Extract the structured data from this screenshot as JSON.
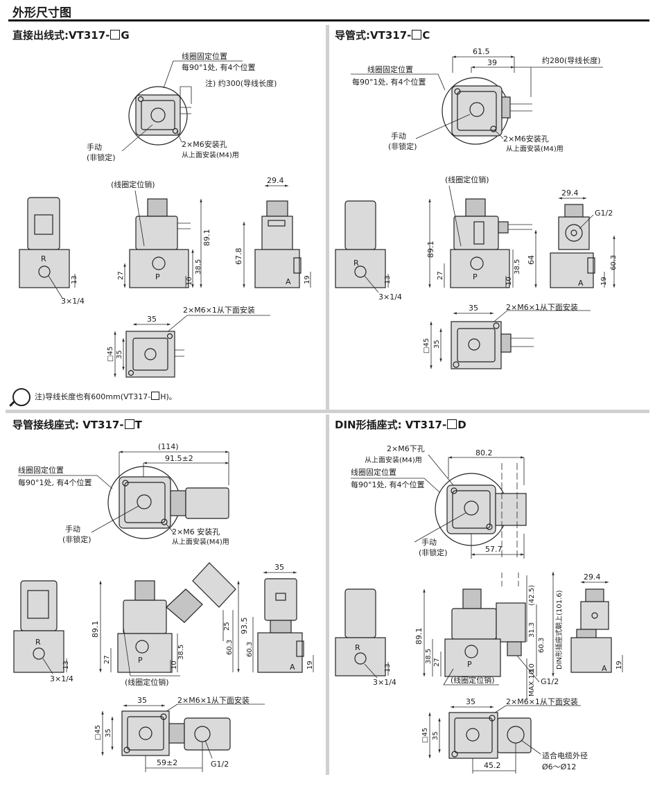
{
  "header": {
    "title": "外形尺寸图"
  },
  "panels": {
    "g": {
      "title_prefix": "直接出线式:VT317-",
      "title_suffix": "G",
      "pos_label": "线圈固定位置",
      "pos_sub": "每90°1处, 有4个位置",
      "lead_note": "注) 约300(导线长度)",
      "manual": "手动",
      "manual_sub": "(非锁定)",
      "mount": "2×M6安装孔",
      "mount_sub": "从上面安装(M4)用",
      "pin": "(线圈定位销)",
      "d_29_4": "29.4",
      "d_89_1": "89.1",
      "d_67_8": "67.8",
      "d_38_5": "38.5",
      "d_27": "27",
      "d_10": "10",
      "d_13": "13",
      "d_19": "19",
      "lbl_r": "R",
      "lbl_p": "P",
      "lbl_a": "A",
      "port": "3×1/4",
      "bottom_mount": "2×M6×1从下面安装",
      "d_35w": "35",
      "d_sq45": "□45",
      "d_35h": "35"
    },
    "c": {
      "title_prefix": "导管式:VT317-",
      "title_suffix": "C",
      "d_61_5": "61.5",
      "d_39": "39",
      "lead": "约280(导线长度)",
      "pos_label": "线圈固定位置",
      "pos_sub": "每90°1处, 有4个位置",
      "manual": "手动",
      "manual_sub": "(非锁定)",
      "mount": "2×M6安装孔",
      "mount_sub": "从上面安装(M4)用",
      "pin": "(线圈定位销)",
      "d_29_4": "29.4",
      "g_port": "G1/2",
      "d_89_1": "89.1",
      "d_64": "64",
      "d_60_3": "60.3",
      "d_38_5": "38.5",
      "d_27": "27",
      "d_10": "10",
      "d_13": "13",
      "d_19": "19",
      "lbl_r": "R",
      "lbl_p": "P",
      "lbl_a": "A",
      "port": "3×1/4",
      "bottom_mount": "2×M6×1从下面安装",
      "d_35w": "35",
      "d_sq45": "□45",
      "d_35h": "35"
    },
    "t": {
      "title_prefix": "导管接线座式: VT317-",
      "title_suffix": "T",
      "d_114": "(114)",
      "d_91_5": "91.5±2",
      "pos_label": "线圈固定位置",
      "pos_sub": "每90°1处, 有4个位置",
      "manual": "手动",
      "manual_sub": "(非锁定)",
      "mount": "2×M6 安装孔",
      "mount_sub": "从上面安装(M4)用",
      "d_35": "35",
      "d_89_1": "89.1",
      "d_25": "25",
      "d_93_5": "93.5",
      "d_60_3a": "60.3",
      "d_60_3b": "60.3",
      "d_38_5": "38.5",
      "d_27": "27",
      "d_10": "10",
      "d_13": "13",
      "d_19": "19",
      "lbl_r": "R",
      "lbl_p": "P",
      "lbl_a": "A",
      "port": "3×1/4",
      "pin": "(线圈定位销)",
      "bottom_mount": "2×M6×1从下面安装",
      "d_35w": "35",
      "d_sq45": "□45",
      "d_35h": "35",
      "d_59": "59±2",
      "g_port": "G1/2"
    },
    "d": {
      "title_prefix": "DIN形插座式: VT317-",
      "title_suffix": "D",
      "hole": "2×M6下孔",
      "hole_sub": "从上面安装(M4)用",
      "pos_label": "线圈固定位置",
      "pos_sub": "每90°1处, 有4个位置",
      "d_80_2": "80.2",
      "d_57_7": "57.7",
      "manual": "手动",
      "manual_sub": "(非锁定)",
      "d_89_1": "89.1",
      "d_42_5": "(42.5)",
      "d_31_3": "31.3",
      "d_60_3": "60.3",
      "d_38_5": "38.5",
      "d_27": "27",
      "d_10": "10",
      "max10": "MAX.10",
      "din_text": "DIN形插座式朝上(101.6)",
      "d_29_4": "29.4",
      "d_13": "13",
      "d_19": "19",
      "lbl_r": "R",
      "lbl_p": "P",
      "lbl_a": "A",
      "port": "3×1/4",
      "pin": "(线圈定位销)",
      "g_port": "G1/2",
      "bottom_mount": "2×M6×1从下面安装",
      "d_35w": "35",
      "d_sq45": "□45",
      "d_35h": "35",
      "d_45_2": "45.2",
      "cable": "适合电缆外径",
      "cable_sub": "Ø6～Ø12"
    }
  },
  "note": {
    "text": "注)导线长度也有600mm(VT317-",
    "suffix": "H)。"
  }
}
